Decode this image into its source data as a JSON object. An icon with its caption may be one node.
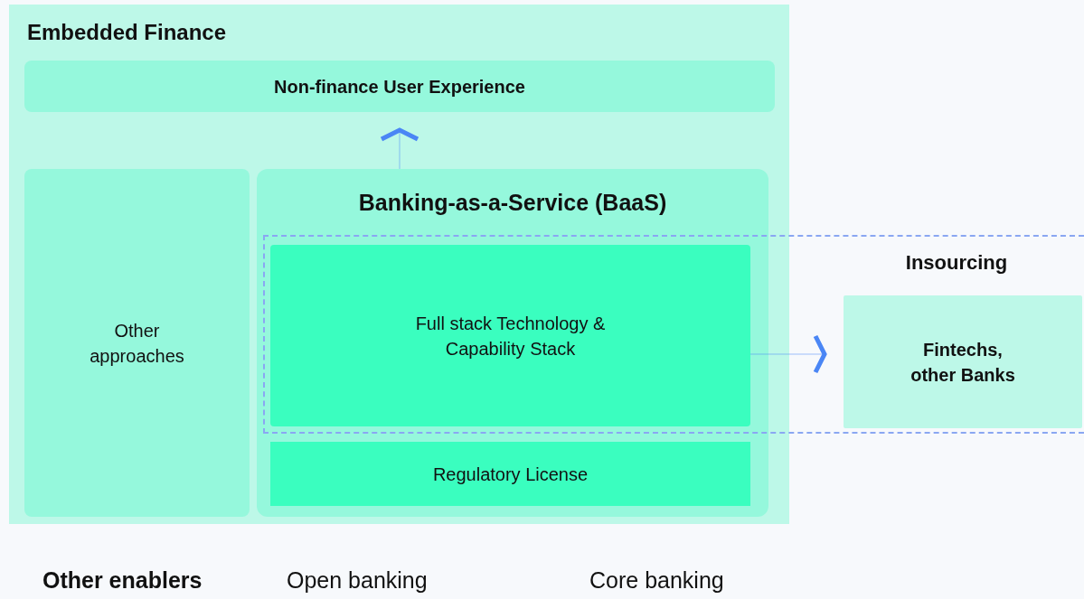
{
  "diagram": {
    "nodes": [
      {
        "text": [
          "Embedded Finance"
        ]
      },
      {
        "text": [
          "Non-finance User Experience"
        ],
        "in": 0
      },
      {
        "text": [
          "Other approaches"
        ],
        "in": 0
      },
      {
        "text": [
          "Banking-as-a-Service (BaaS)"
        ],
        "in": 0
      },
      {
        "text": [
          "Full stack Technology & Capability Stack"
        ]
      },
      {
        "text": [
          "Regulatory License"
        ],
        "in": 3
      },
      {
        "text": [
          "Insourcing"
        ]
      },
      {
        "text": [
          "Fintechs, other Banks"
        ],
        "in": 6
      }
    ],
    "edges": [
      {
        "from": 3,
        "to": 1,
        "arrow": "to"
      },
      {
        "from": 4,
        "to": 7,
        "arrow": "to"
      }
    ],
    "labels": [
      "Other enablers",
      "Open banking",
      "Core banking"
    ]
  }
}
